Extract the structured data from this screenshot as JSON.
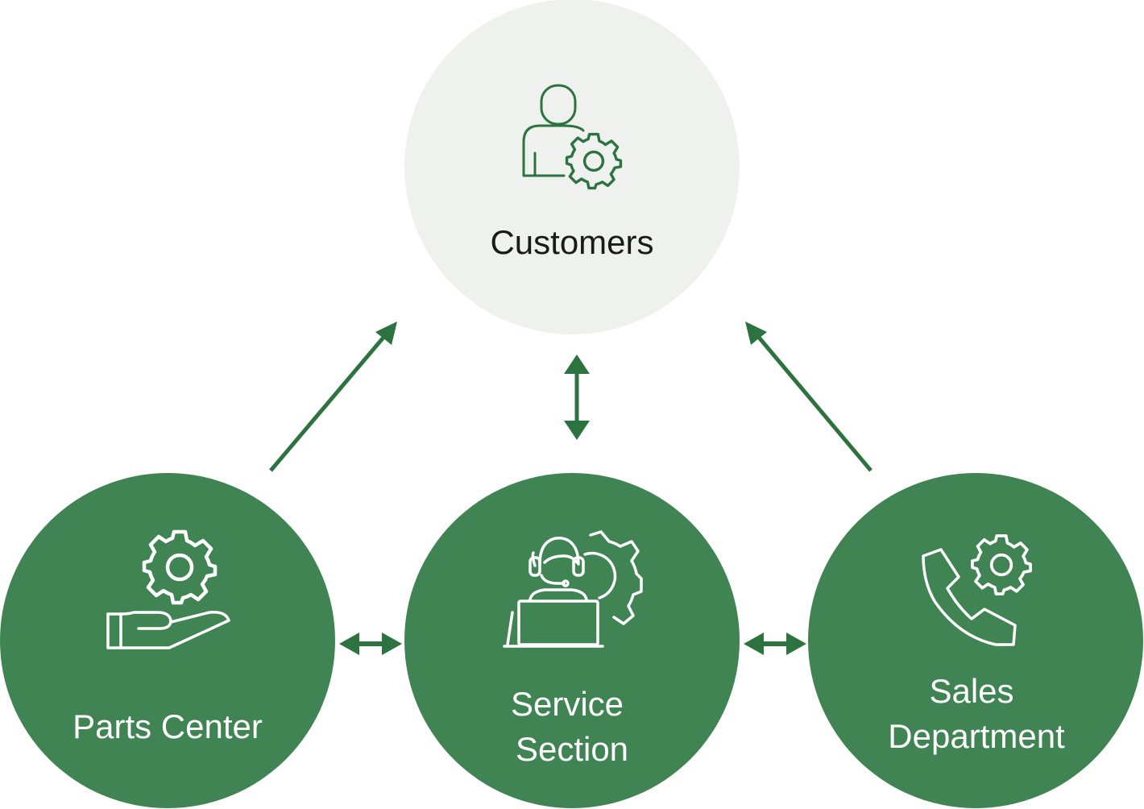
{
  "colors": {
    "primary_green": "#3f8452",
    "arrow_green": "#2d7340",
    "customer_fill": "#eff1ef",
    "customer_text": "#1a1a1a",
    "node_text": "#ffffff"
  },
  "nodes": {
    "customers": {
      "label": "Customers",
      "icon": "person-gear-icon"
    },
    "parts_center": {
      "label": "Parts Center",
      "icon": "hand-gear-icon"
    },
    "service_section": {
      "label_line1": "Service",
      "label_line2": "Section",
      "icon": "support-agent-gear-icon"
    },
    "sales_department": {
      "label_line1": "Sales",
      "label_line2": "Department",
      "icon": "phone-gear-icon"
    }
  },
  "connections": [
    {
      "from": "Parts Center",
      "to": "Customers",
      "direction": "one-way"
    },
    {
      "from": "Service Section",
      "to": "Customers",
      "direction": "two-way"
    },
    {
      "from": "Sales Department",
      "to": "Customers",
      "direction": "one-way"
    },
    {
      "from": "Parts Center",
      "to": "Service Section",
      "direction": "two-way"
    },
    {
      "from": "Service Section",
      "to": "Sales Department",
      "direction": "two-way"
    }
  ]
}
